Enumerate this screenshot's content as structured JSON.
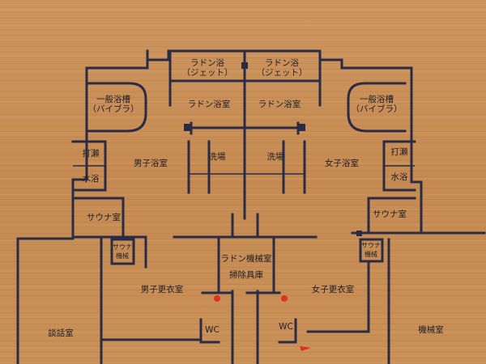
{
  "rooms": {
    "radon_jet_left_1": "ラドン浴",
    "radon_jet_left_2": "（ジェット）",
    "radon_jet_right_1": "ラドン浴",
    "radon_jet_right_2": "（ジェット）",
    "radon_room_left": "ラドン浴室",
    "radon_room_right": "ラドン浴室",
    "general_tub_left_1": "一般浴槽",
    "general_tub_left_2": "（バイブラ）",
    "general_tub_right_1": "一般浴槽",
    "general_tub_right_2": "（バイブラ）",
    "washroom_left": "洗場",
    "washroom_right": "洗場",
    "men_bath": "男子浴室",
    "women_bath": "女子浴室",
    "shower_left": "打瀬",
    "shower_right": "打瀬",
    "water_bath_left": "水浴",
    "water_bath_right": "水浴",
    "sauna_left": "サウナ室",
    "sauna_right": "サウナ室",
    "sauna_machine_left_1": "サウナ",
    "sauna_machine_left_2": "機械",
    "sauna_machine_right_1": "サウナ",
    "sauna_machine_right_2": "機械",
    "radon_machine_room": "ラドン機械室",
    "cleaning_storage": "掃除具庫",
    "men_changing": "男子更衣室",
    "women_changing": "女子更衣室",
    "wc_left": "WC",
    "wc_right": "WC",
    "lounge": "談話室",
    "machine_room": "機械室"
  },
  "colors": {
    "wall": "#2a2c45",
    "marker": "#e0302a",
    "wood": "#c98e55"
  }
}
